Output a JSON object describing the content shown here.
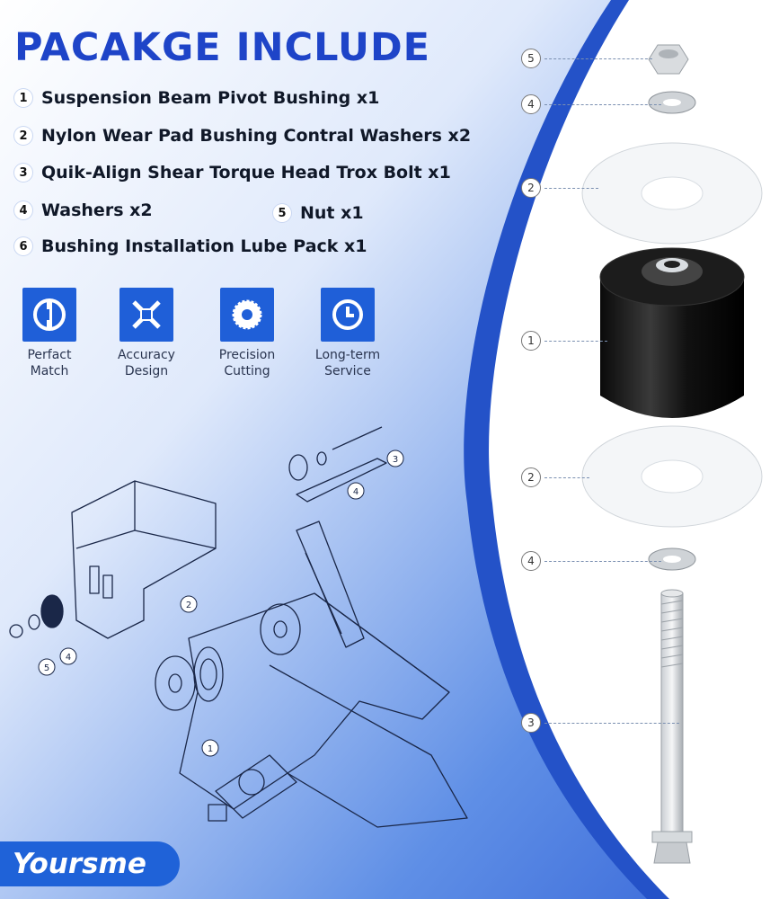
{
  "title": "PACAKGE INCLUDE",
  "items": [
    {
      "num": "1",
      "text": "Suspension Beam Pivot Bushing x1"
    },
    {
      "num": "2",
      "text": "Nylon Wear Pad Bushing Contral Washers x2"
    },
    {
      "num": "3",
      "text": "Quik-Align Shear Torque Head Trox Bolt x1"
    },
    {
      "num": "4",
      "text": "Washers x2"
    },
    {
      "num": "5",
      "text": "Nut x1"
    },
    {
      "num": "6",
      "text": "Bushing Installation Lube Pack x1"
    }
  ],
  "features": [
    {
      "line1": "Perfact",
      "line2": "Match",
      "icon": "perfect-match-icon"
    },
    {
      "line1": "Accuracy",
      "line2": "Design",
      "icon": "ruler-pencil-icon"
    },
    {
      "line1": "Precision",
      "line2": "Cutting",
      "icon": "saw-blade-icon"
    },
    {
      "line1": "Long-term",
      "line2": "Service",
      "icon": "clock-icon"
    }
  ],
  "callouts": [
    "5",
    "4",
    "2",
    "1",
    "2",
    "4",
    "3"
  ],
  "diagram_labels": [
    "3",
    "4",
    "2",
    "1",
    "5",
    "4"
  ],
  "brand": "Yoursme",
  "colors": {
    "accent": "#1e44c8",
    "background_blue": "#3d6fe0",
    "brand": "#1f62d8"
  }
}
